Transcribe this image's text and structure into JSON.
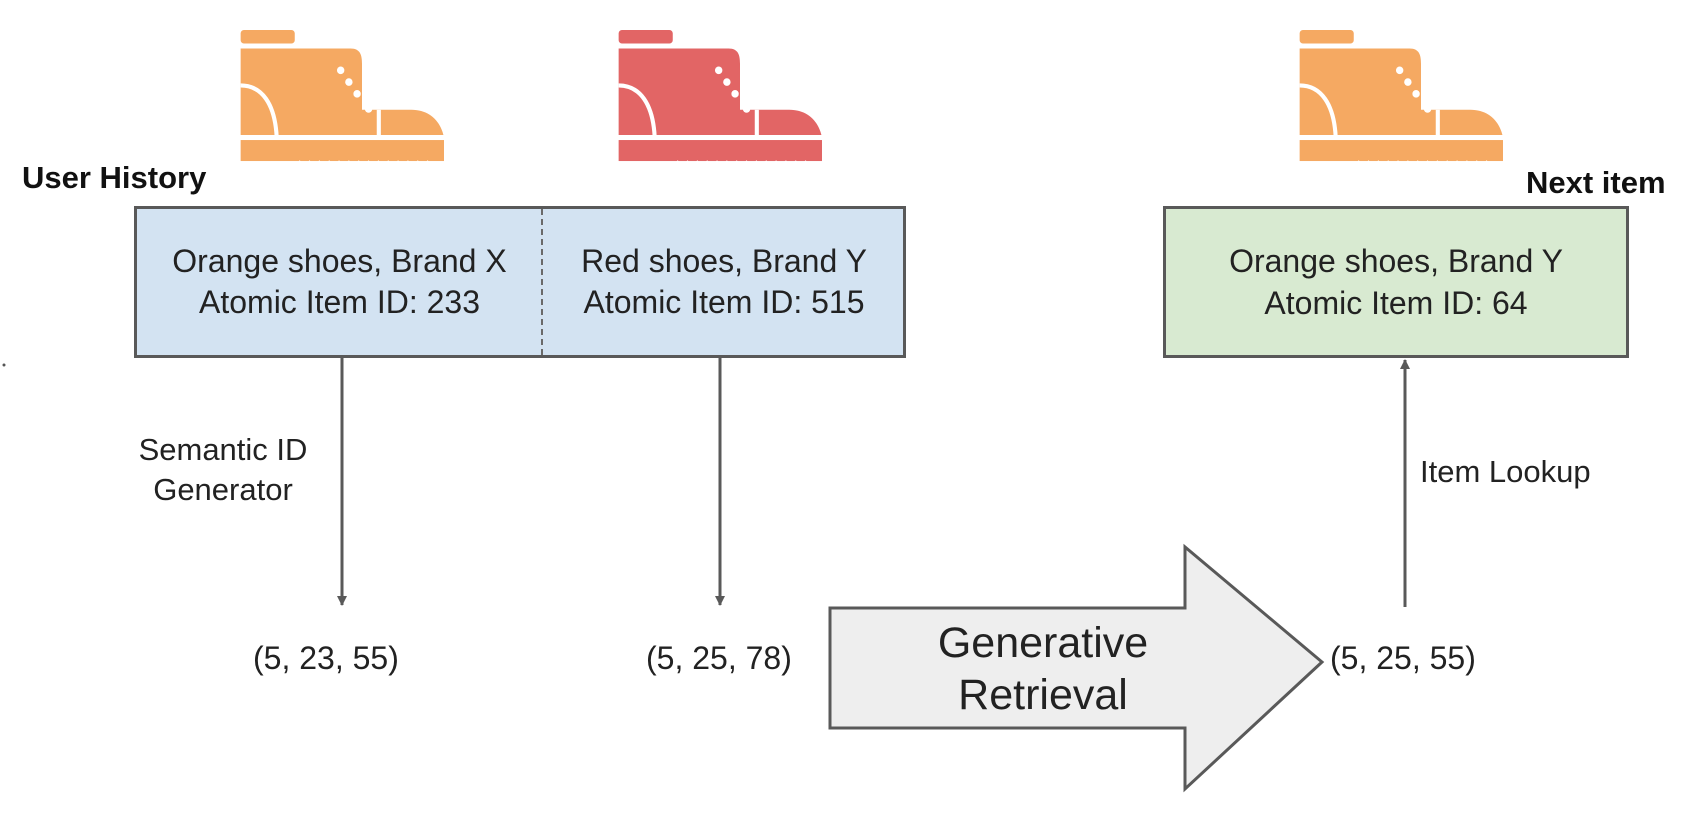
{
  "labels": {
    "user_history": "User History",
    "next_item": "Next item"
  },
  "history_box": {
    "items": [
      {
        "line1": "Orange shoes, Brand X",
        "line2": "Atomic Item ID: 233",
        "semantic_id": "(5, 23, 55)",
        "icon_color": "#F5A962"
      },
      {
        "line1": "Red shoes, Brand Y",
        "line2": "Atomic Item ID: 515",
        "semantic_id": "(5, 25, 78)",
        "icon_color": "#E26565"
      }
    ],
    "fill": "#D3E3F2"
  },
  "next_box": {
    "line1": "Orange shoes, Brand Y",
    "line2": "Atomic Item ID: 64",
    "semantic_id": "(5, 25, 55)",
    "icon_color": "#F5A962",
    "fill": "#D8EAD1"
  },
  "arrows": {
    "semantic_id_generator": [
      "Semantic ID",
      "Generator"
    ],
    "item_lookup": "Item Lookup",
    "generative_retrieval": [
      "Generative",
      "Retrieval"
    ]
  },
  "colors": {
    "arrow": "#595959",
    "big_arrow_fill": "#EEEEEE"
  }
}
